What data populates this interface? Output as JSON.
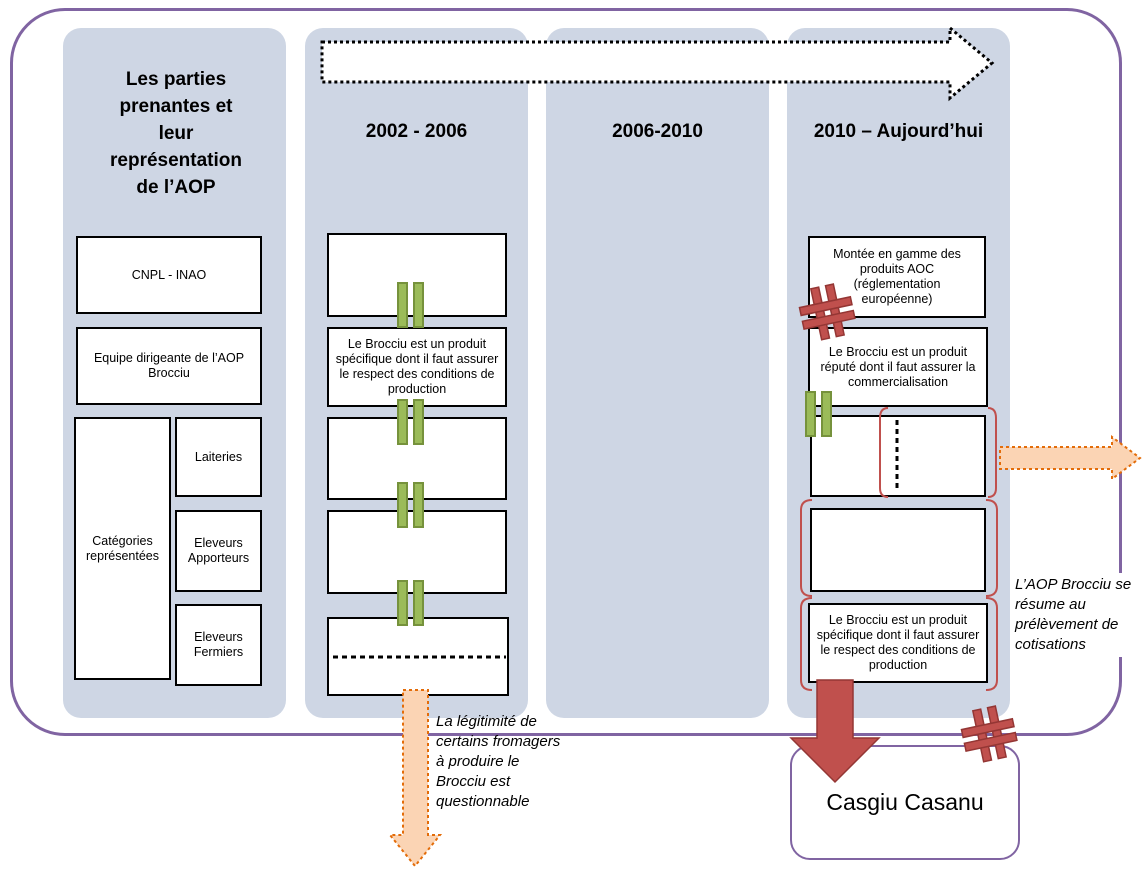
{
  "columns": {
    "stakeholders": {
      "title": "Les parties prenantes et leur représentation de l’AOP",
      "rows": {
        "cnpl": "CNPL - INAO",
        "equipe": "Equipe dirigeante de l’AOP Brocciu",
        "categories": "Catégories représentées",
        "laiteries": "Laiteries",
        "apporteurs": "Eleveurs Apporteurs",
        "fermiers": "Eleveurs Fermiers"
      }
    },
    "period1": {
      "title": "2002 - 2006",
      "equipe_box": "Le Brocciu est un produit spécifique dont il faut assurer le respect des conditions de production"
    },
    "period2": {
      "title": "2006-2010"
    },
    "period3": {
      "title": "2010 – Aujourd’hui",
      "cnpl_box": "Montée en gamme des produits AOC (réglementation européenne)",
      "equipe_box": "Le Brocciu est un produit réputé dont il faut assurer la commercialisation",
      "fermiers_box": "Le Brocciu est un produit spécifique dont il faut assurer le respect des conditions de production"
    }
  },
  "annotations": {
    "legitimacy": "La légitimité de certains fromagers à produire le Brocciu est questionnable",
    "aop_summary": "L’AOP Brocciu se résume au prélèvement de cotisations"
  },
  "casgiu": "Casgiu Casanu",
  "colors": {
    "frame": "#8064a2",
    "column": "#ced6e4",
    "green_link": "#9bbb59",
    "red_arrow": "#c0504d",
    "orange_arrow": "#f79646"
  }
}
